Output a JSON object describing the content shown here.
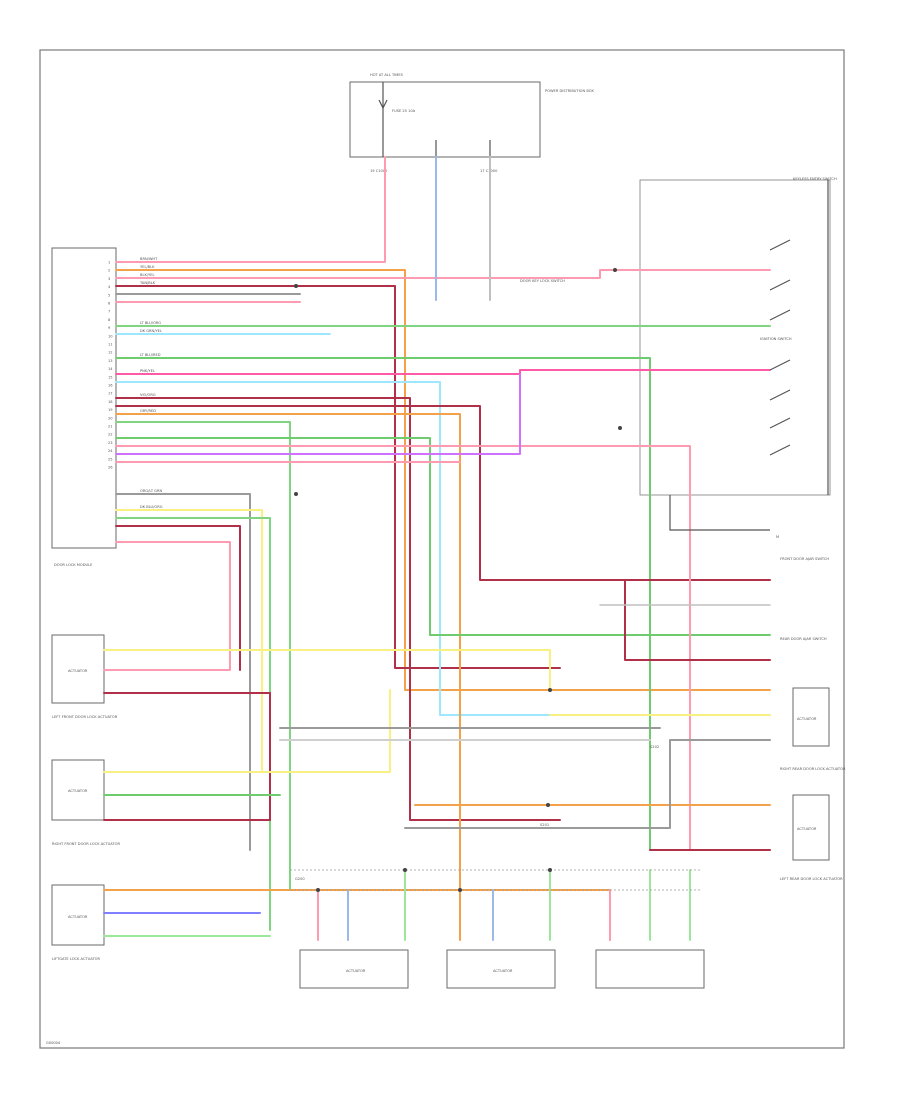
{
  "diagram": {
    "footer_code": "G00004",
    "fuse_box": {
      "top_label": "HOT AT ALL TIMES",
      "fuse_label": "FUSE 25 10A",
      "side_label": "POWER DISTRIBUTION BOX",
      "pins": [
        "19 C1000",
        "17 C1000"
      ]
    },
    "module": {
      "label": "DOOR LOCK MODULE",
      "pins": [
        "1",
        "2",
        "3",
        "4",
        "5",
        "6",
        "7",
        "8",
        "9",
        "10",
        "11",
        "12",
        "13",
        "14",
        "15",
        "16",
        "17",
        "18",
        "19",
        "20",
        "21",
        "22",
        "23",
        "24",
        "25",
        "26"
      ]
    },
    "wire_colors": [
      "BRN/WHT",
      "YEL/BLK",
      "BLK/YEL",
      "TAN/BLK",
      "LT BLU/ORG",
      "DK GRN/YEL",
      "LT BLU/RED",
      "PNK/YEL",
      "VIO/ORG",
      "GRY/RED",
      "ORG/LT GRN",
      "DK BLU/ORG"
    ],
    "labels": {
      "keyless_entry": "KEYLESS ENTRY SWITCH",
      "ignition_switch": "IGNITION SWITCH",
      "door_key_lock": "DOOR KEY LOCK SWITCH",
      "lh_front_door_lock": "LEFT FRONT DOOR LOCK ACTUATOR",
      "rh_front_door_lock": "RIGHT FRONT DOOR LOCK ACTUATOR",
      "rh_rear_door_lock": "RIGHT REAR DOOR LOCK ACTUATOR",
      "lh_rear_door_lock": "LEFT REAR DOOR LOCK ACTUATOR",
      "liftgate_lock": "LIFTGATE LOCK ACTUATOR",
      "front_door_ajar": "FRONT DOOR AJAR SWITCH",
      "rear_door_ajar": "REAR DOOR AJAR SWITCH",
      "ground": "G200",
      "splice_a": "S201",
      "splice_b": "S202"
    },
    "motor_label": "M",
    "actuators": [
      "ACTUATOR",
      "ACTUATOR",
      "ACTUATOR",
      "ACTUATOR",
      "ACTUATOR",
      "ACTUATOR",
      "ACTUATOR"
    ]
  }
}
